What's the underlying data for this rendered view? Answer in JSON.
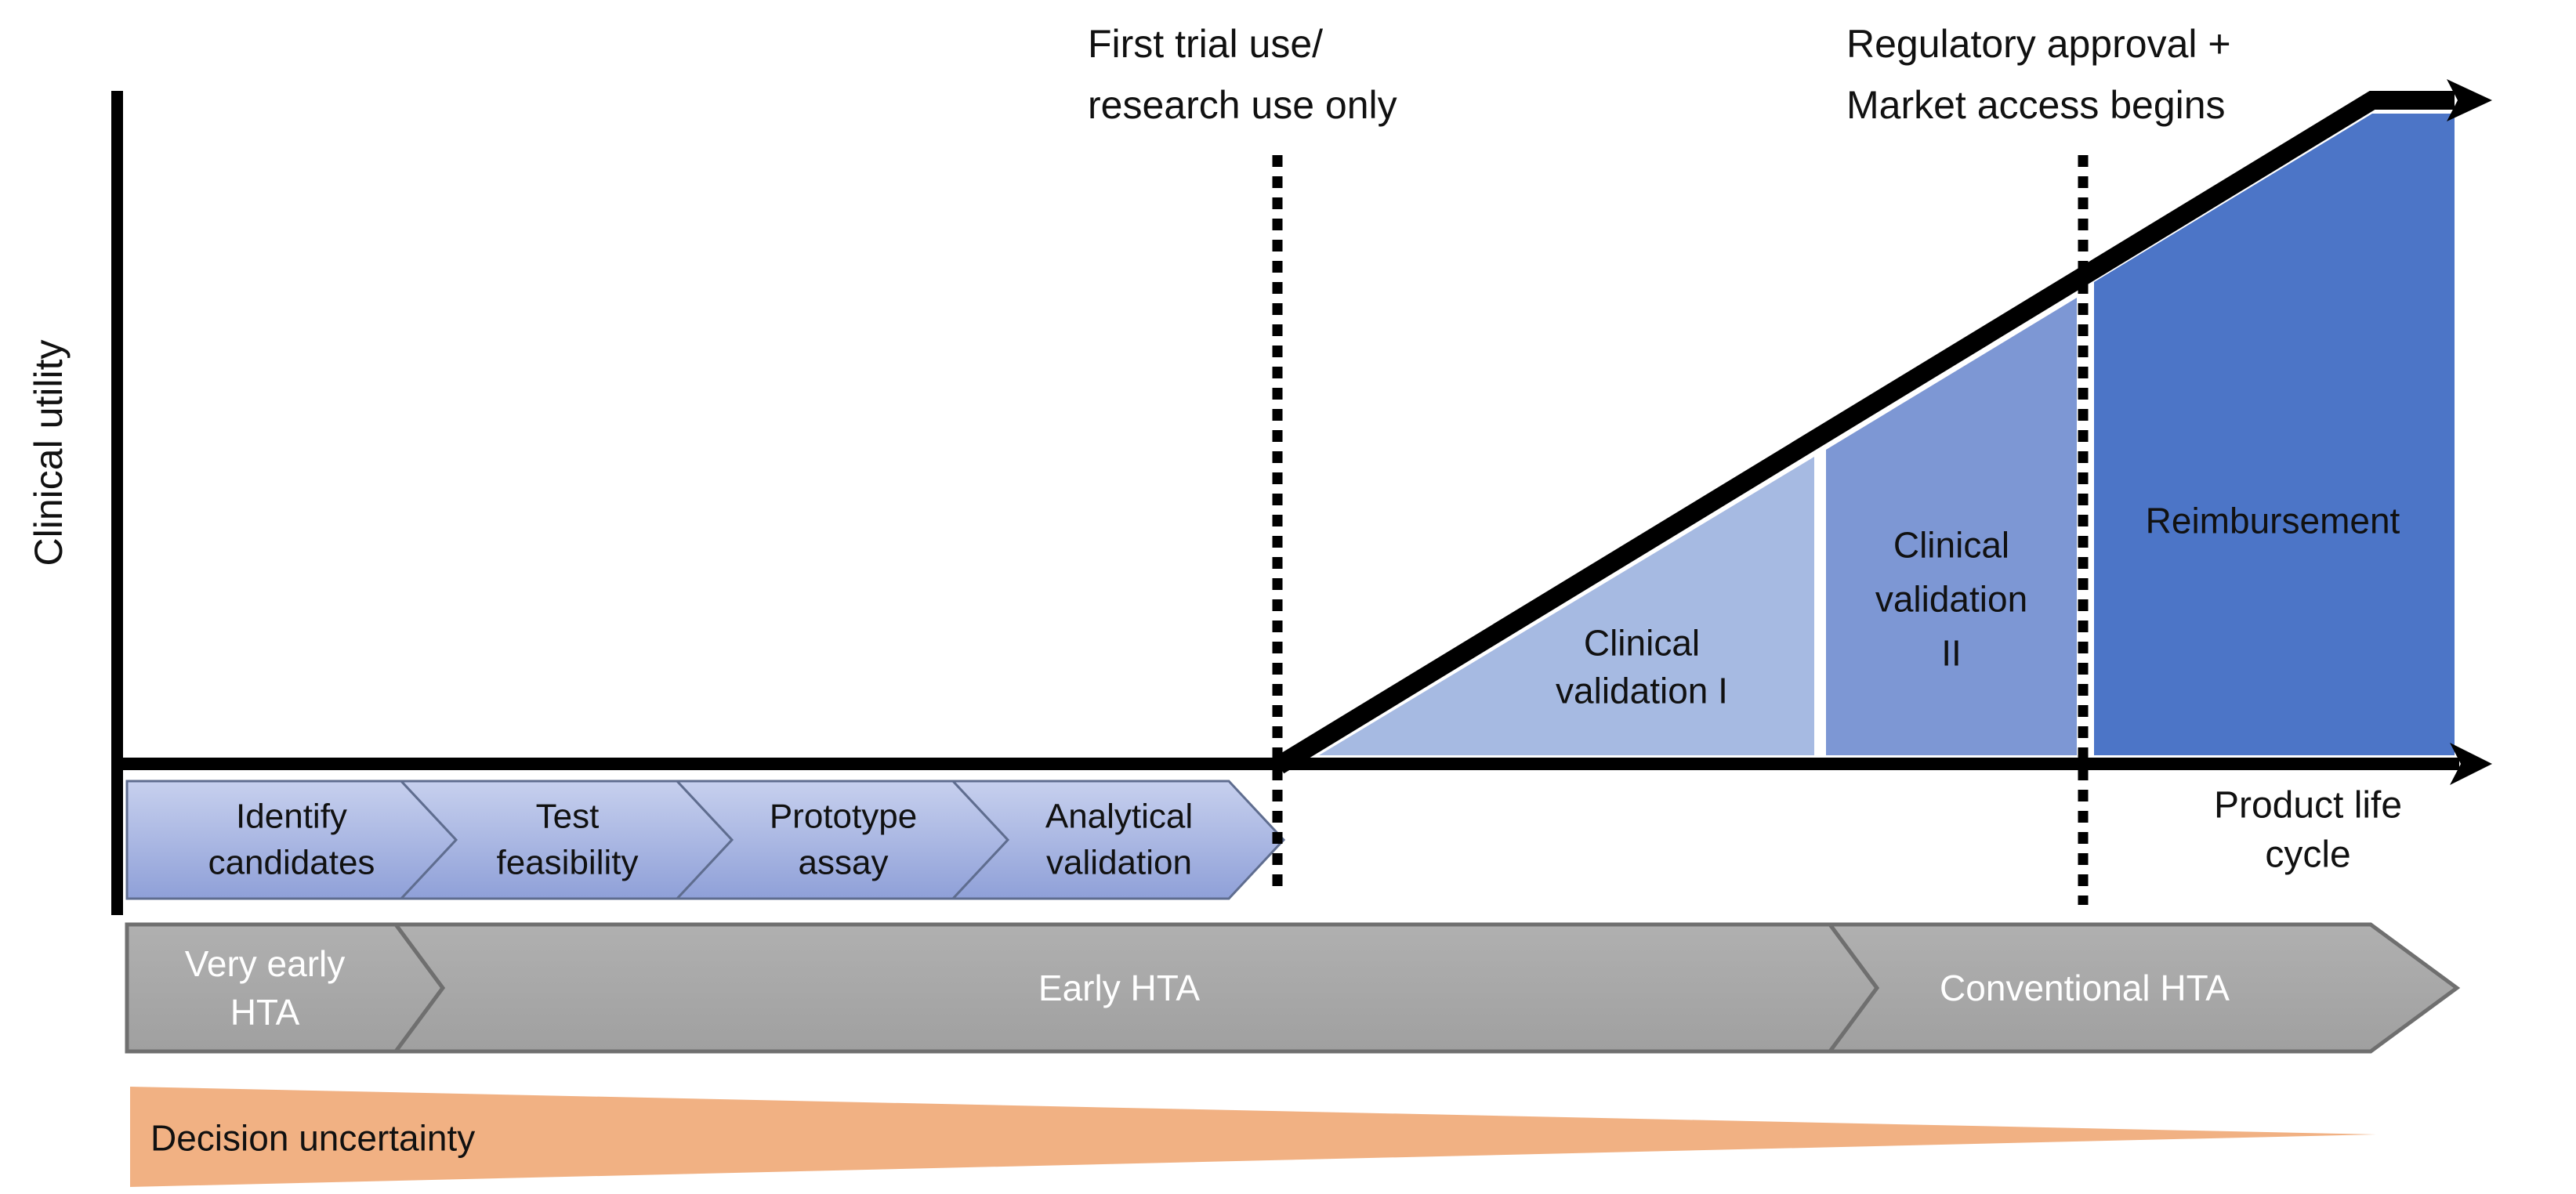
{
  "axes": {
    "y_label": "Clinical utility",
    "x_label": "Product life cycle"
  },
  "milestones": {
    "first_trial": "First trial use/\nresearch use only",
    "regulatory": "Regulatory approval +\nMarket access begins"
  },
  "regions": {
    "cv1": {
      "label": "Clinical\nvalidation I",
      "color": "#a6bae2"
    },
    "cv2": {
      "label": "Clinical\nvalidation\nII",
      "color": "#7d97d4"
    },
    "reimbursement": {
      "label": "Reimbursement",
      "color": "#4c75c7"
    }
  },
  "dev_stages": [
    {
      "label": "Identify\ncandidates"
    },
    {
      "label": "Test\nfeasibility"
    },
    {
      "label": "Prototype\nassay"
    },
    {
      "label": "Analytical\nvalidation"
    }
  ],
  "hta_stages": [
    {
      "label": "Very early\nHTA"
    },
    {
      "label": "Early HTA"
    },
    {
      "label": "Conventional HTA"
    }
  ],
  "uncertainty": {
    "label": "Decision uncertainty",
    "color": "#f1b183"
  },
  "colors": {
    "axis_line": "#000000",
    "dev_chevron_top": "#c7d0ee",
    "dev_chevron_bottom": "#8fa0d8",
    "dev_chevron_border": "#5f6d8f",
    "hta_band_fill": "#a8a8a8",
    "hta_band_border": "#6f6f6f"
  }
}
